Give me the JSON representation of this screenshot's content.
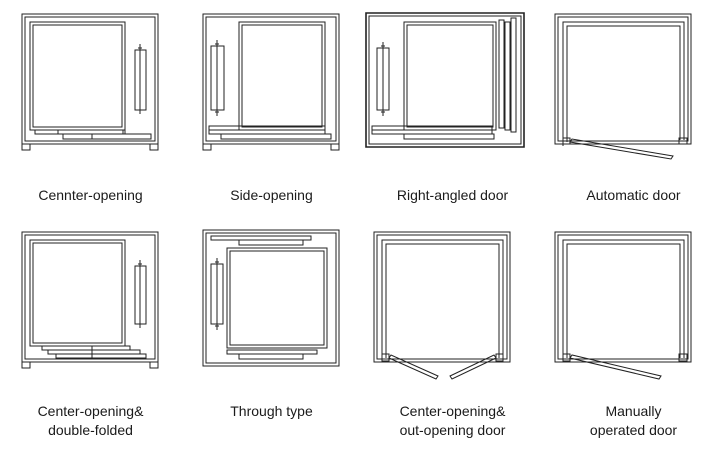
{
  "items": [
    {
      "caption": "Cennter-opening"
    },
    {
      "caption": "Side-opening"
    },
    {
      "caption": "Right-angled door"
    },
    {
      "caption": "Automatic door"
    },
    {
      "caption": "Center-opening&\ndouble-folded"
    },
    {
      "caption": "Through type"
    },
    {
      "caption": "Center-opening&\nout-opening door"
    },
    {
      "caption": "Manually\noperated door"
    }
  ],
  "colors": {
    "stroke": "#222222",
    "background": "#ffffff"
  }
}
